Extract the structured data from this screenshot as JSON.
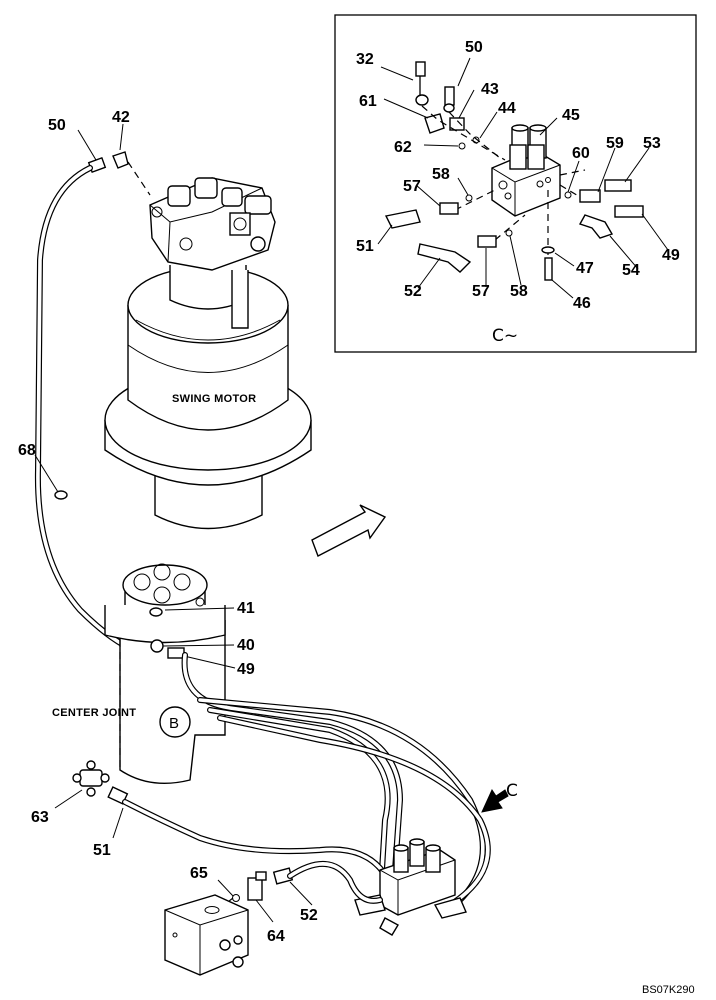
{
  "component_labels": {
    "swing_motor": "SWING MOTOR",
    "center_joint": "CENTER JOINT"
  },
  "view_marks": {
    "detail_c": "C~",
    "arrow_c": "C",
    "bubble_b": "B"
  },
  "reference_code": "BS07K290",
  "callouts": {
    "c32": "32",
    "c50_detail": "50",
    "c43": "43",
    "c61": "61",
    "c44": "44",
    "c45": "45",
    "c62": "62",
    "c60": "60",
    "c59": "59",
    "c53": "53",
    "c58_upper": "58",
    "c57_upper": "57",
    "c51_detail": "51",
    "c52_detail": "52",
    "c57_lower": "57",
    "c58_lower": "58",
    "c47": "47",
    "c46": "46",
    "c54": "54",
    "c49_detail": "49",
    "c50_main": "50",
    "c42": "42",
    "c68": "68",
    "c41": "41",
    "c40": "40",
    "c49_main": "49",
    "c63": "63",
    "c51_main": "51",
    "c65": "65",
    "c64": "64",
    "c52_main": "52"
  }
}
